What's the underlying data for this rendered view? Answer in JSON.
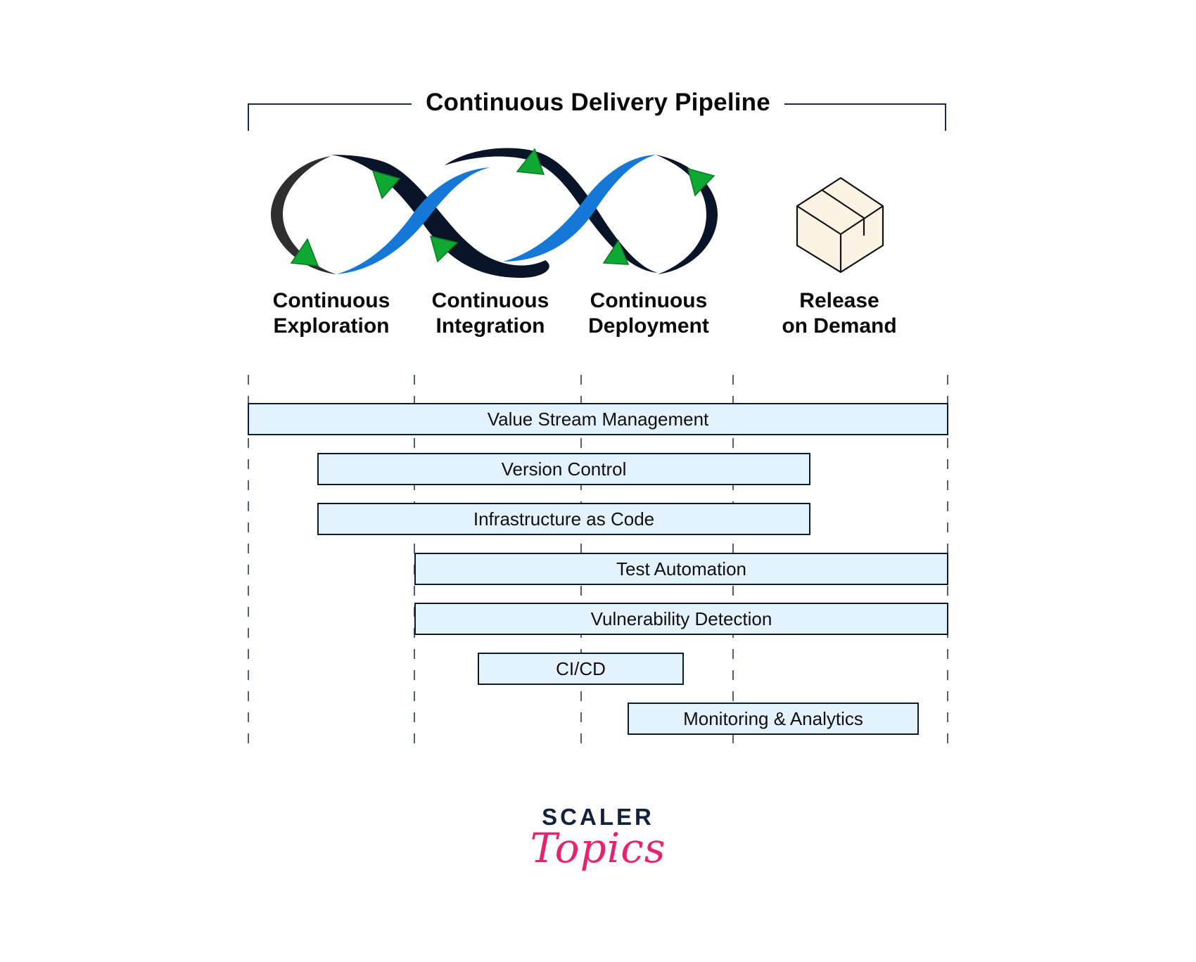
{
  "title": "Continuous Delivery Pipeline",
  "stages": [
    {
      "line1": "Continuous",
      "line2": "Exploration",
      "icon": "infinity-loop-segment-icon"
    },
    {
      "line1": "Continuous",
      "line2": "Integration",
      "icon": "infinity-loop-segment-icon"
    },
    {
      "line1": "Continuous",
      "line2": "Deployment",
      "icon": "infinity-loop-segment-icon"
    },
    {
      "line1": "Release",
      "line2": "on Demand",
      "icon": "package-box-icon"
    }
  ],
  "practices": [
    {
      "label": "Value Stream Management"
    },
    {
      "label": "Version Control"
    },
    {
      "label": "Infrastructure as Code"
    },
    {
      "label": "Test Automation"
    },
    {
      "label": "Vulnerability Detection"
    },
    {
      "label": "CI/CD"
    },
    {
      "label": "Monitoring & Analytics"
    }
  ],
  "logo": {
    "brand": "SCALER",
    "sub": "Topics"
  },
  "colors": {
    "loop_dark": "#0a1428",
    "loop_blue": "#1577d6",
    "arrow_green": "#0fa833",
    "bar_fill": "#e3f2fd",
    "bar_border": "#0b1a2e",
    "box_fill": "#fdf3e4",
    "logo_pink": "#e5236f",
    "logo_navy": "#14213a"
  }
}
